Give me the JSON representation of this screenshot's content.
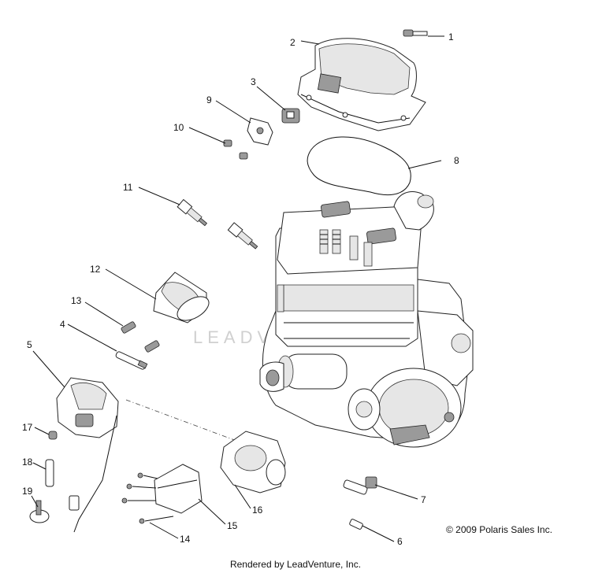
{
  "callouts": [
    {
      "id": "c1",
      "label": "1"
    },
    {
      "id": "c2",
      "label": "2"
    },
    {
      "id": "c3",
      "label": "3"
    },
    {
      "id": "c4",
      "label": "4"
    },
    {
      "id": "c5",
      "label": "5"
    },
    {
      "id": "c6",
      "label": "6"
    },
    {
      "id": "c7",
      "label": "7"
    },
    {
      "id": "c8",
      "label": "8"
    },
    {
      "id": "c9",
      "label": "9"
    },
    {
      "id": "c10",
      "label": "10"
    },
    {
      "id": "c11",
      "label": "11"
    },
    {
      "id": "c12",
      "label": "12"
    },
    {
      "id": "c13",
      "label": "13"
    },
    {
      "id": "c14",
      "label": "14"
    },
    {
      "id": "c15",
      "label": "15"
    },
    {
      "id": "c16",
      "label": "16"
    },
    {
      "id": "c17",
      "label": "17"
    },
    {
      "id": "c18",
      "label": "18"
    },
    {
      "id": "c19",
      "label": "19"
    }
  ],
  "watermark": "LEADVENTURE",
  "copyright": "© 2009 Polaris Sales Inc.",
  "footer": "Rendered by LeadVenture, Inc."
}
